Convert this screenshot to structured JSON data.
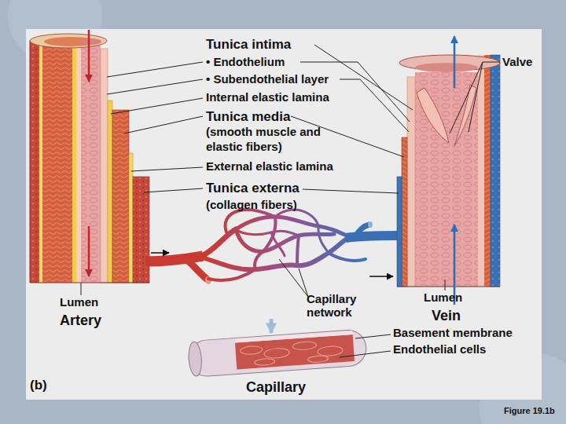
{
  "diagram": {
    "caption": "Figure 19.1b",
    "nodes": [
      {
        "text": [
          "Artery"
        ]
      },
      {
        "text": [
          "Capillary network"
        ]
      },
      {
        "text": [
          "Vein"
        ]
      },
      {
        "text": [
          "Capillary"
        ]
      }
    ],
    "edges": [
      {
        "from": 0,
        "to": 1,
        "arrow": "to"
      },
      {
        "from": 1,
        "to": 2,
        "arrow": "to"
      },
      {
        "from": 1,
        "to": 3,
        "arrow": "to"
      }
    ],
    "labels": [
      "Tunica intima",
      "• Endothelium",
      "• Subendothelial layer",
      "Internal elastic lamina",
      "Tunica media",
      "(smooth muscle and elastic fibers)",
      "External elastic lamina",
      "Tunica externa",
      "(collagen fibers)",
      "Valve",
      "Lumen",
      "Lumen",
      "Basement membrane",
      "Endothelial cells",
      "(b)"
    ]
  }
}
